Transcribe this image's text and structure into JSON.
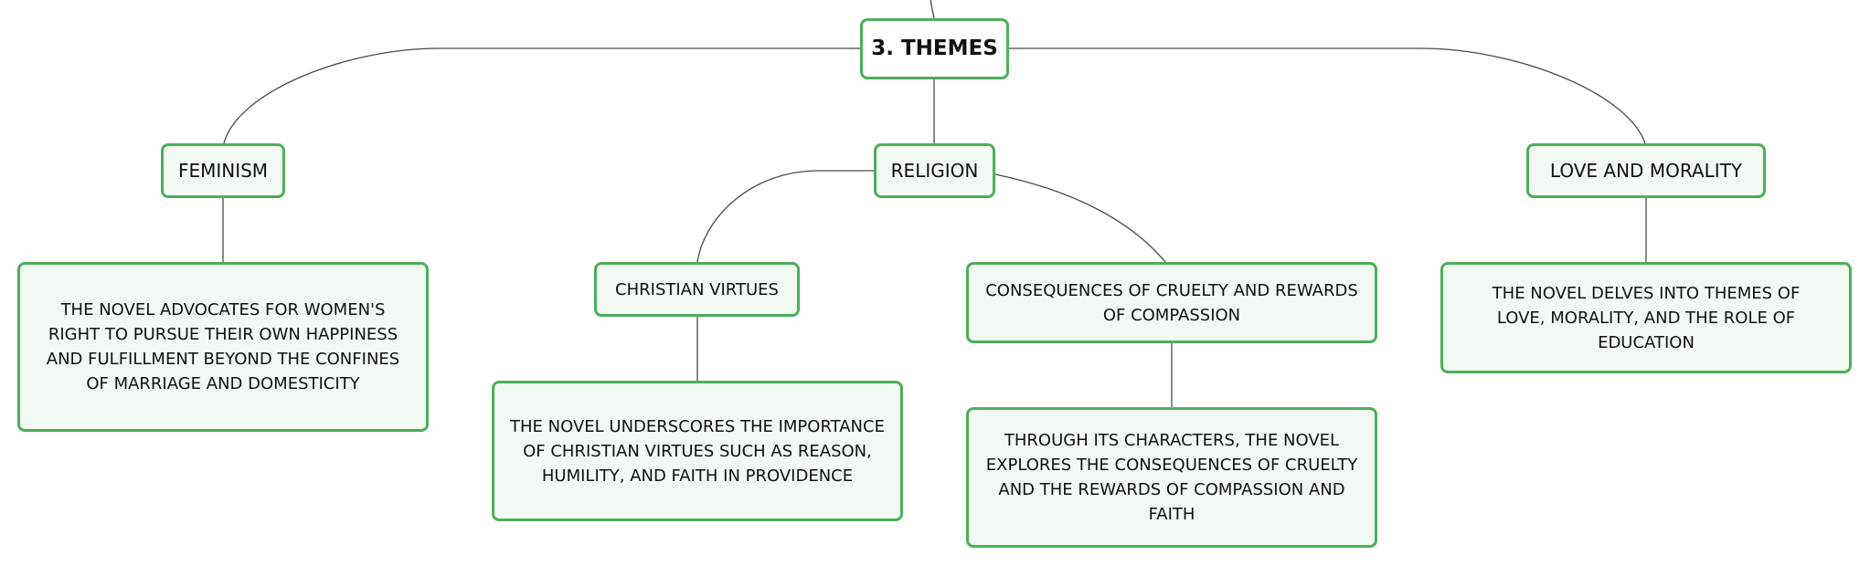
{
  "colors": {
    "node_border": "#4caf5a",
    "node_fill": "#f1f9f2",
    "connector": "#4a4a4a",
    "text": "#111111"
  },
  "map": {
    "root": "3. THEMES",
    "feminism": {
      "title": "FEMINISM",
      "detail": "THE NOVEL ADVOCATES FOR WOMEN'S RIGHT TO PURSUE THEIR OWN HAPPINESS AND FULFILLMENT BEYOND THE CONFINES OF MARRIAGE AND DOMESTICITY"
    },
    "religion": {
      "title": "RELIGION",
      "christian_virtues": {
        "title": "CHRISTIAN VIRTUES",
        "detail": "THE NOVEL UNDERSCORES THE IMPORTANCE OF CHRISTIAN VIRTUES SUCH AS REASON, HUMILITY, AND FAITH IN PROVIDENCE"
      },
      "consequences": {
        "title": "CONSEQUENCES OF CRUELTY AND REWARDS OF COMPASSION",
        "detail": "THROUGH ITS CHARACTERS, THE NOVEL EXPLORES THE CONSEQUENCES OF CRUELTY AND THE REWARDS OF COMPASSION AND FAITH"
      }
    },
    "love_morality": {
      "title": "LOVE AND MORALITY",
      "detail": "THE NOVEL DELVES INTO THEMES OF LOVE, MORALITY, AND THE ROLE OF EDUCATION"
    }
  }
}
